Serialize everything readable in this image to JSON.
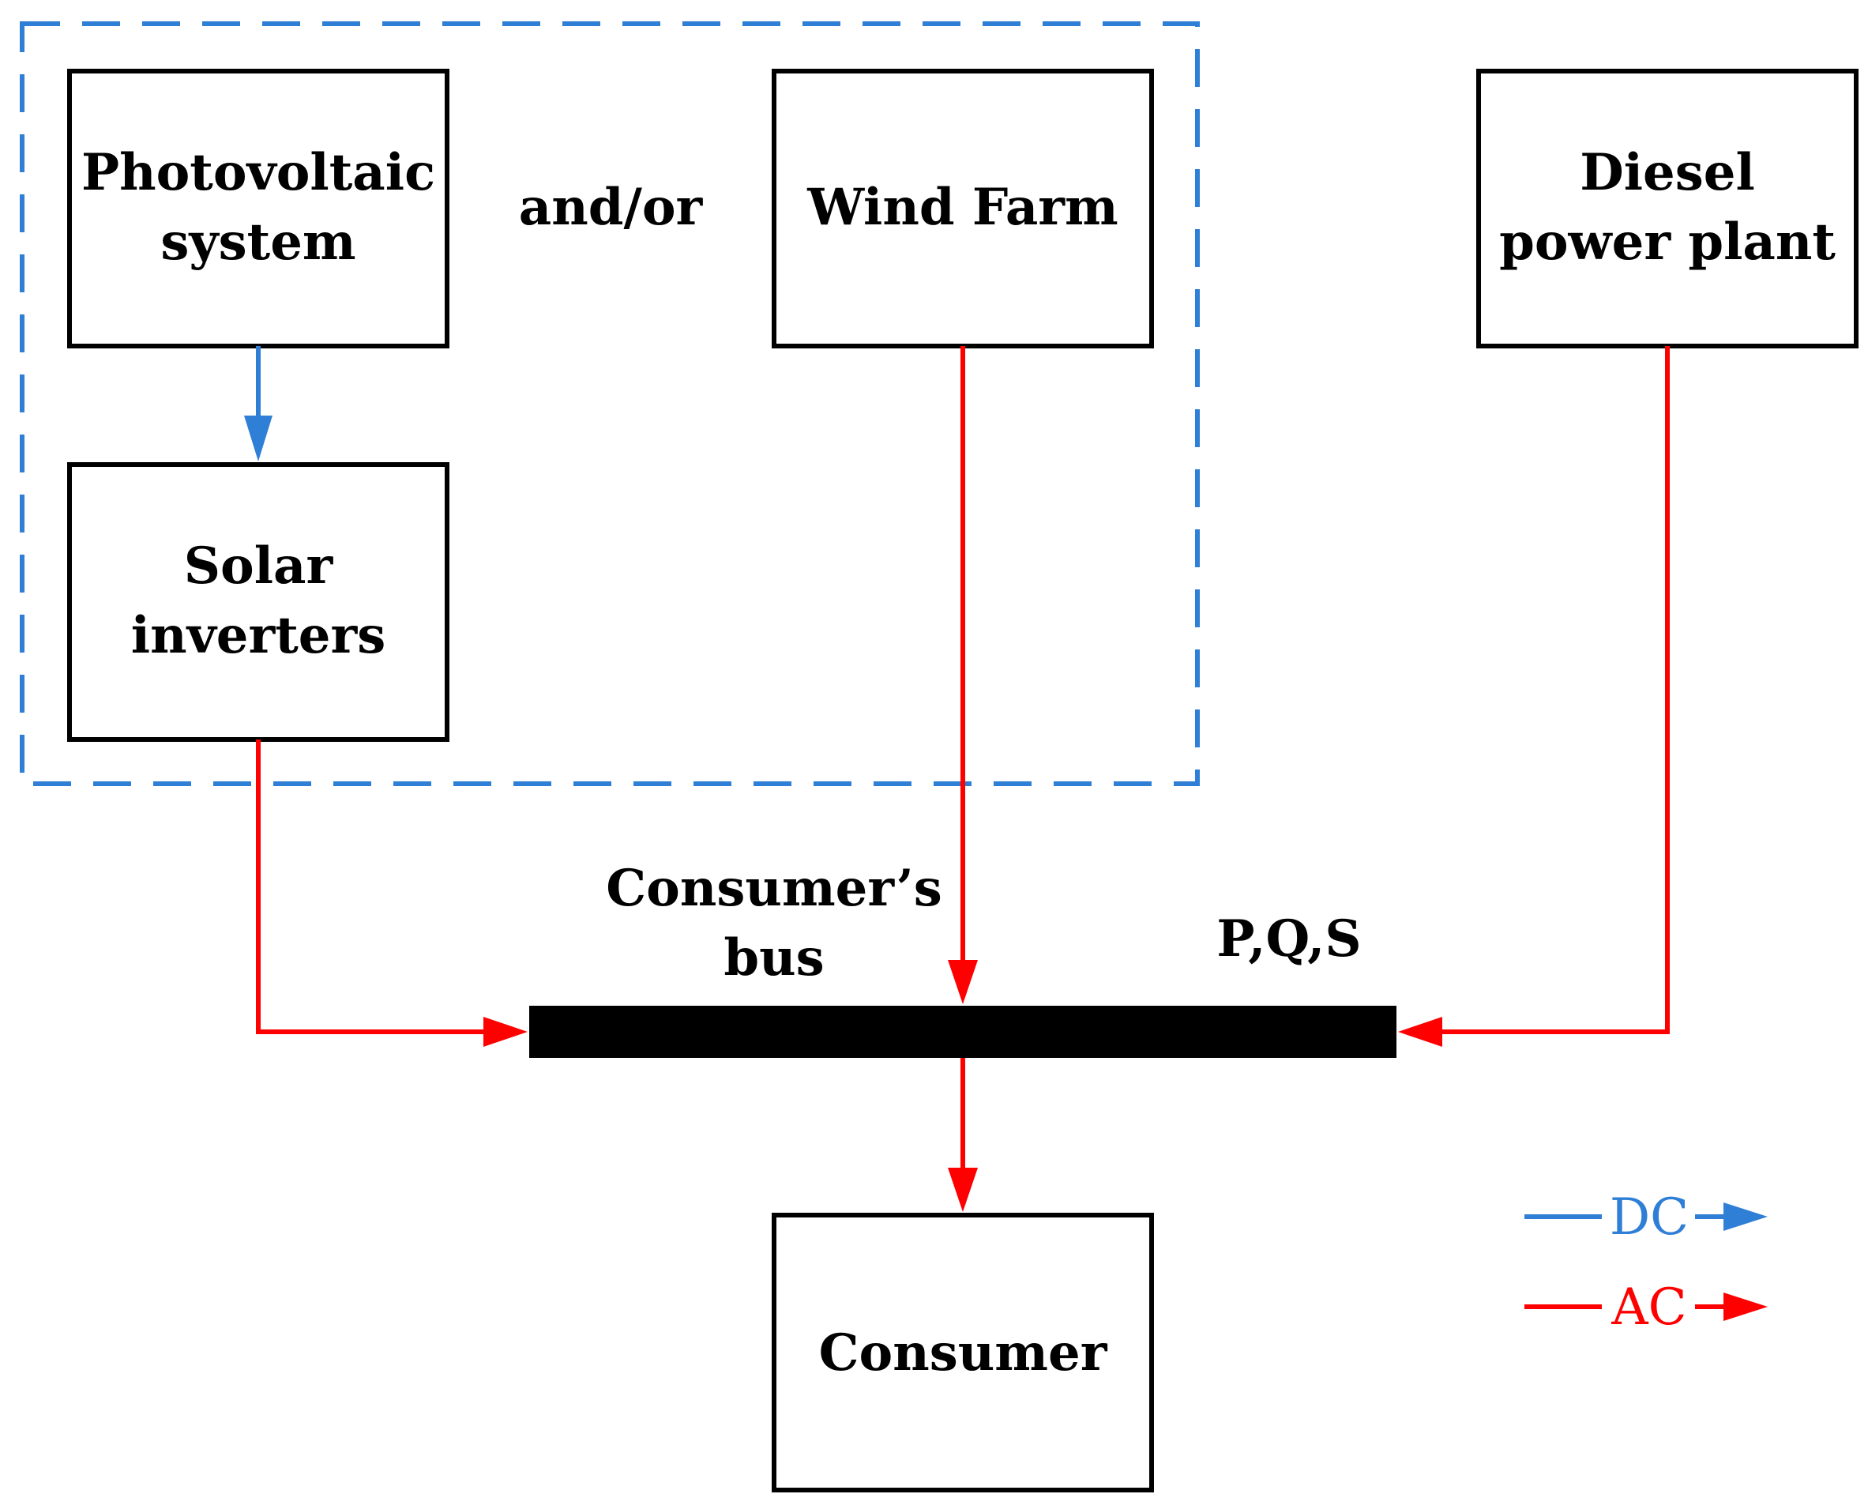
{
  "nodes": {
    "pv": {
      "line1": "Photovoltaic",
      "line2": "system"
    },
    "wind": {
      "label": "Wind Farm"
    },
    "diesel": {
      "line1": "Diesel",
      "line2": "power plant"
    },
    "inverters": {
      "line1": "Solar",
      "line2": "inverters"
    },
    "consumer": {
      "label": "Consumer"
    }
  },
  "labels": {
    "and_or": "and/or",
    "bus_line1": "Consumer’s",
    "bus_line2": "bus",
    "pqs": "P,Q,S"
  },
  "legend": {
    "dc": "DC",
    "ac": "AC"
  },
  "colors": {
    "dc": "#2f7fd6",
    "ac": "#ff0000",
    "box": "#000000",
    "bus": "#000000"
  }
}
